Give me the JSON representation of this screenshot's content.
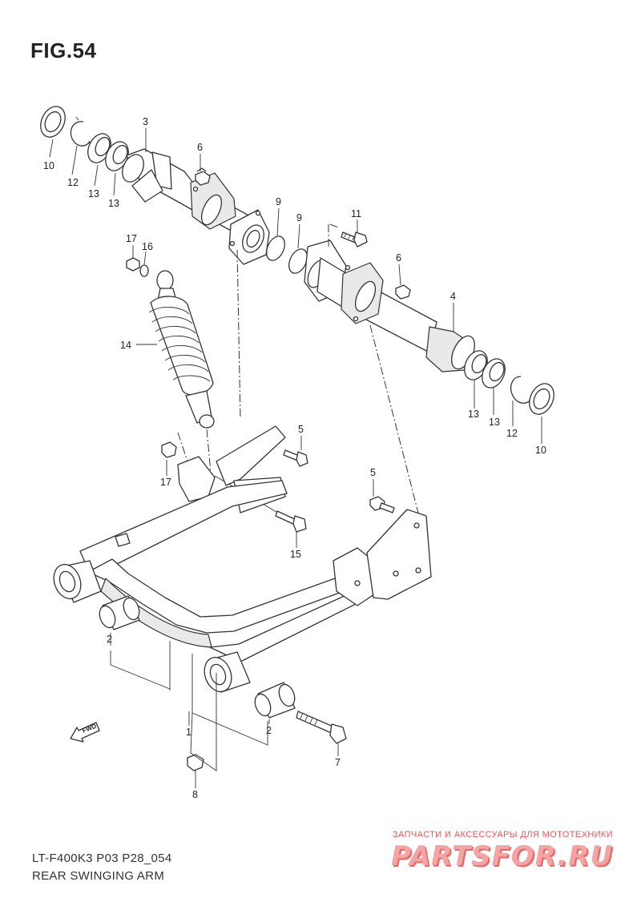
{
  "figure": {
    "title": "FIG.54",
    "model_code": "LT-F400K3 P03 P28_054",
    "caption": "REAR SWINGING ARM"
  },
  "labels": {
    "l10a": "10",
    "l12a": "12",
    "l13a": "13",
    "l13b": "13",
    "l3": "3",
    "l6a": "6",
    "l9a": "9",
    "l9b": "9",
    "l11": "11",
    "l6b": "6",
    "l4": "4",
    "l17a": "17",
    "l16": "16",
    "l14": "14",
    "l13c": "13",
    "l13d": "13",
    "l12b": "12",
    "l10b": "10",
    "l5a": "5",
    "l17b": "17",
    "l5b": "5",
    "l15": "15",
    "l2a": "2",
    "l1": "1",
    "l2b": "2",
    "l7": "7",
    "l8": "8"
  },
  "fwd": {
    "text": "FWD"
  },
  "watermark": {
    "tagline": "ЗАПЧАСТИ И АКСЕССУАРЫ ДЛЯ МОТОТЕХНИКИ",
    "site": "PARTSFOR.RU"
  },
  "colors": {
    "ink": "#333333",
    "watermark_red": "#e05a5a",
    "watermark_pink": "#f5a3a3"
  }
}
